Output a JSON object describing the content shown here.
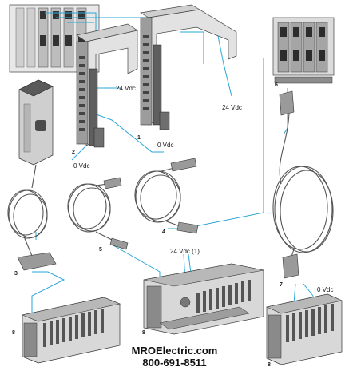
{
  "labels": {
    "v24_a": "24 Vdc",
    "v24_b": "24 Vdc",
    "v0_a": "0 Vdc",
    "v0_b": "0 Vdc",
    "v24_c": "24 Vdc (1)",
    "v0_c": "0 Vdc",
    "n1": "1",
    "n2": "2",
    "n3": "3",
    "n4": "4",
    "n5": "5",
    "n6": "6",
    "n7": "7",
    "n8a": "8",
    "n8b": "8",
    "n8c": "8"
  },
  "watermark": {
    "brand": "MROElectric.com",
    "phone": "800-691-8511"
  },
  "colors": {
    "wire": "#2aa7d8",
    "device_dark": "#3a3a3a",
    "device_mid": "#8a8a8a",
    "device_light": "#d9d9d9"
  }
}
